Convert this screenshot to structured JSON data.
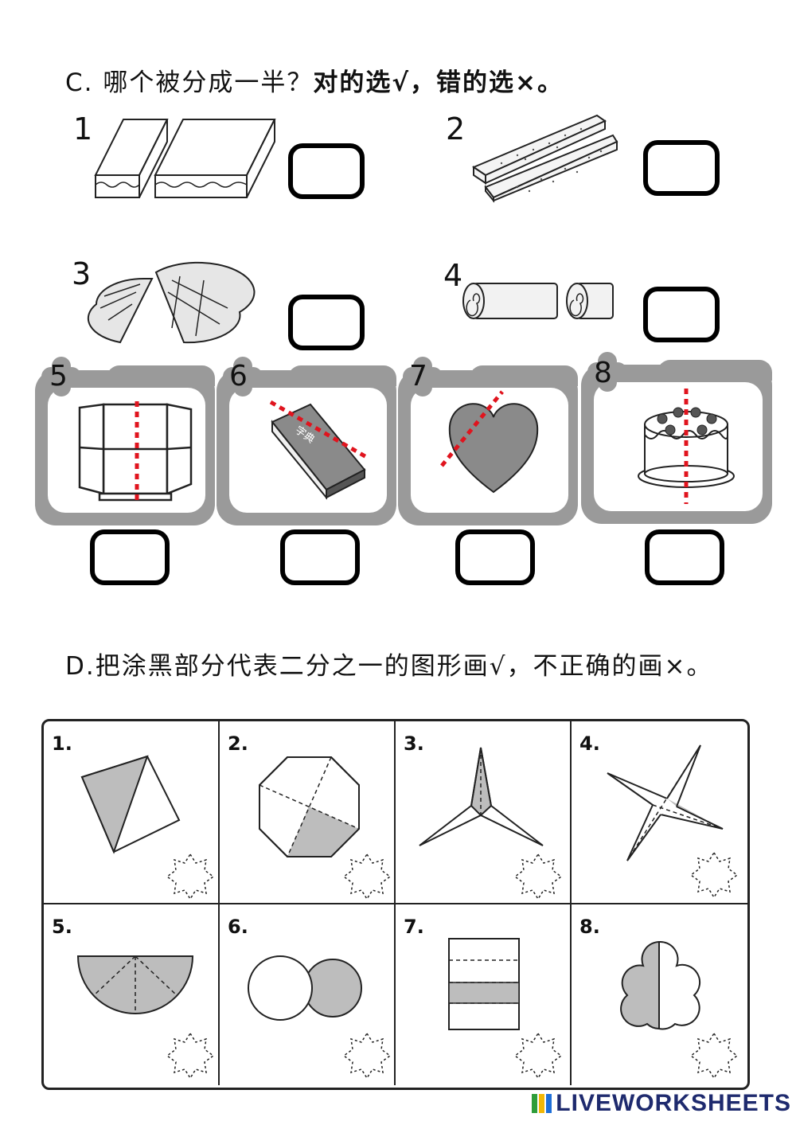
{
  "sectionC": {
    "prefix": "C. 哪个被分成一半？",
    "bold": "对的选√，错的选×。",
    "items": [
      {
        "number": "1"
      },
      {
        "number": "2"
      },
      {
        "number": "3"
      },
      {
        "number": "4"
      },
      {
        "number": "5"
      },
      {
        "number": "6"
      },
      {
        "number": "7"
      },
      {
        "number": "8"
      }
    ]
  },
  "sectionD": {
    "instruction": "D.把涂黑部分代表二分之一的图形画√，不正确的画×。",
    "cells": [
      "1.",
      "2.",
      "3.",
      "4.",
      "5.",
      "6.",
      "7.",
      "8."
    ]
  },
  "book_text": "字典",
  "watermark": "LIVEWORKSHEETS",
  "colors": {
    "frame": "#9a9a9a",
    "shade": "#bdbdbd",
    "dash_red": "#e0141e",
    "logo": "#1e2a6e"
  }
}
